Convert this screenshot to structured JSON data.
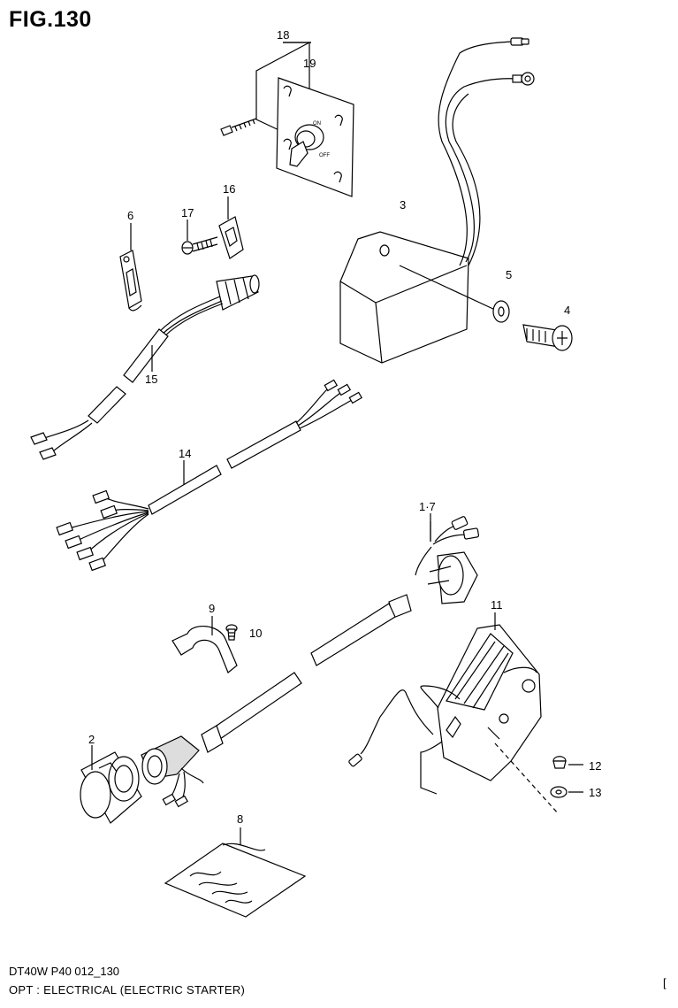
{
  "figure": {
    "title": "FIG.130"
  },
  "callouts": {
    "c18": "18",
    "c19": "19",
    "c3": "3",
    "c16": "16",
    "c17": "17",
    "c6": "6",
    "c5": "5",
    "c4": "4",
    "c15": "15",
    "c14": "14",
    "c1_7": "1·7",
    "c11": "11",
    "c9": "9",
    "c10": "10",
    "c2": "2",
    "c12": "12",
    "c13": "13",
    "c8": "8"
  },
  "switch_panel": {
    "on_label": "ON",
    "off_label": "OFF"
  },
  "footer": {
    "code": "DT40W P40 012_130",
    "description": "OPT : ELECTRICAL (ELECTRIC STARTER)",
    "page_mark": "["
  }
}
